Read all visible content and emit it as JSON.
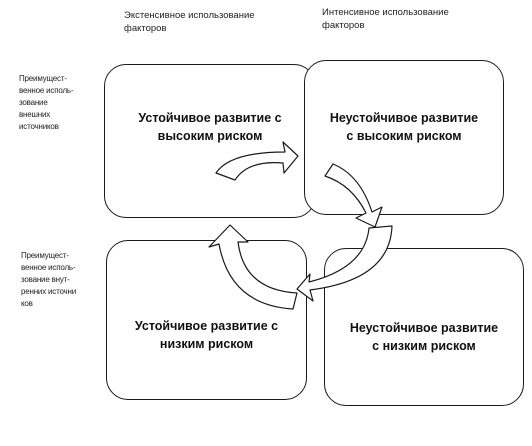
{
  "columns": {
    "extensive": "Экстенсивное использование\nфакторов",
    "intensive": "Интенсивное  использование\nфакторов"
  },
  "rows": {
    "external": "Преимущест-\nвенное исполь-\nзование\nвнешних\nисточников",
    "internal": "Преимущест-\nвенное исполь-\nзование внут-\nренних источни\nков"
  },
  "boxes": {
    "top_left": "Устойчивое развитие с\nвысоким риском",
    "top_right": "Неустойчивое развитие\nс высоким риском",
    "bottom_left": "Устойчивое развитие с\nнизким риском",
    "bottom_right": "Неустойчивое развитие\nс низким риском"
  }
}
